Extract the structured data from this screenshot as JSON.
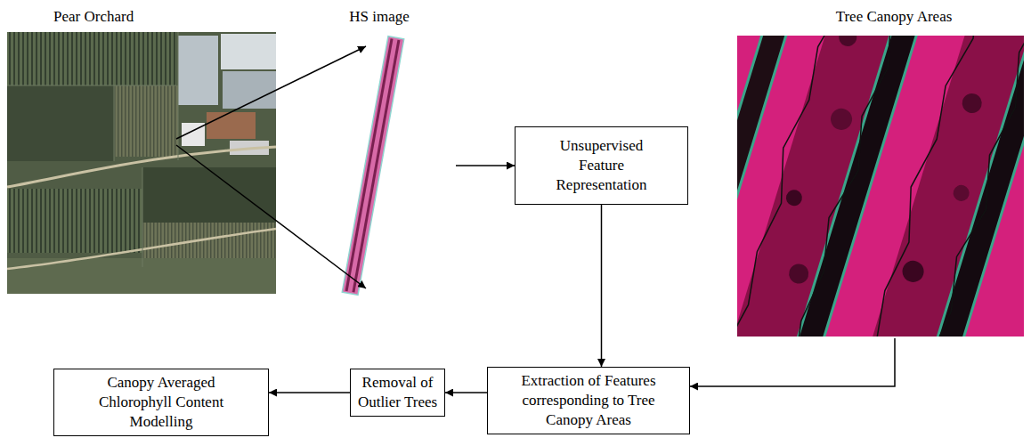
{
  "diagram": {
    "nodes": [
      {
        "text": [
          "Pear Orchard"
        ]
      },
      {
        "text": [
          "HS image"
        ]
      },
      {
        "text": [
          "Tree Canopy Areas"
        ]
      },
      {
        "text": [
          "Unsupervised Feature Representation"
        ]
      },
      {
        "text": [
          "Canopy Averaged Chlorophyll Content Modelling"
        ]
      },
      {
        "text": [
          "Removal of Outlier Trees"
        ]
      },
      {
        "text": [
          "Extraction of Features corresponding to Tree Canopy Areas"
        ]
      }
    ],
    "edges": [
      {
        "from": 0,
        "to": 1,
        "arrow": "to"
      },
      {
        "from": 0,
        "to": 1,
        "arrow": "to"
      },
      {
        "from": 1,
        "to": 3,
        "arrow": "to"
      },
      {
        "from": 3,
        "to": 6,
        "arrow": "to"
      },
      {
        "from": 2,
        "to": 6,
        "arrow": "to"
      },
      {
        "from": 6,
        "to": 5,
        "arrow": "to"
      },
      {
        "from": 5,
        "to": 4,
        "arrow": "to"
      }
    ]
  }
}
